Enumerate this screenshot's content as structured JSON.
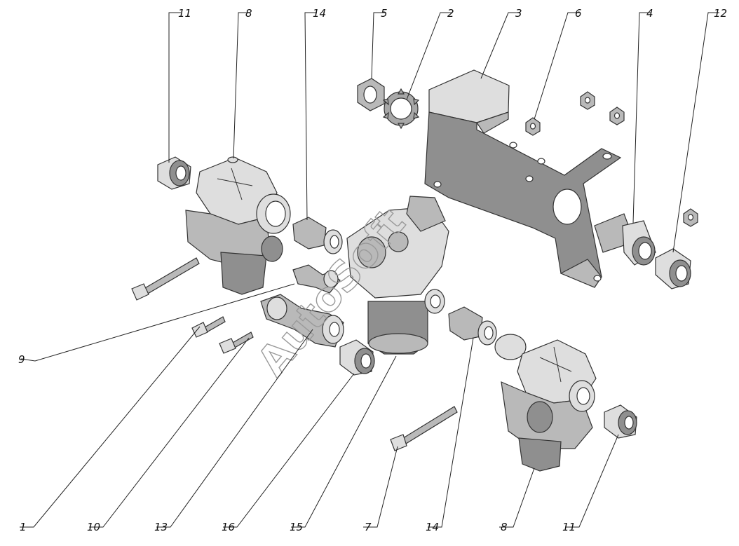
{
  "watermark": "AutoSoft",
  "callouts": [
    {
      "id": "c11a",
      "text": "11"
    },
    {
      "id": "c8a",
      "text": "8"
    },
    {
      "id": "c14a",
      "text": "14"
    },
    {
      "id": "c5",
      "text": "5"
    },
    {
      "id": "c2",
      "text": "2"
    },
    {
      "id": "c3",
      "text": "3"
    },
    {
      "id": "c6",
      "text": "6"
    },
    {
      "id": "c4",
      "text": "4"
    },
    {
      "id": "c12",
      "text": "12"
    },
    {
      "id": "c9",
      "text": "9"
    },
    {
      "id": "c1",
      "text": "1"
    },
    {
      "id": "c10",
      "text": "10"
    },
    {
      "id": "c13",
      "text": "13"
    },
    {
      "id": "c16",
      "text": "16"
    },
    {
      "id": "c15",
      "text": "15"
    },
    {
      "id": "c7",
      "text": "7"
    },
    {
      "id": "c14b",
      "text": "14"
    },
    {
      "id": "c8b",
      "text": "8"
    },
    {
      "id": "c11b",
      "text": "11"
    }
  ]
}
